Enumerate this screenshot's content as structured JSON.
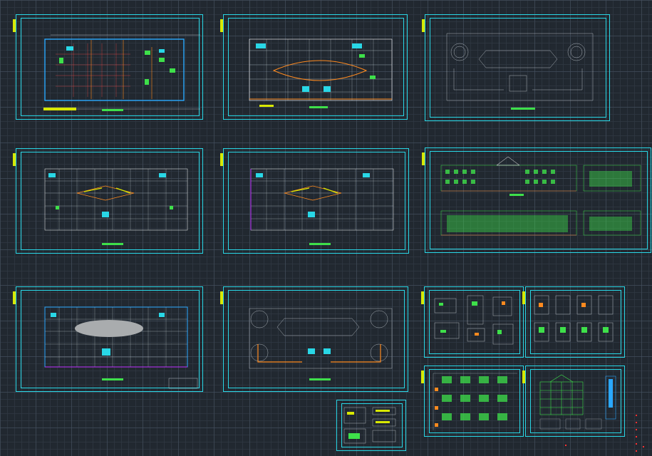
{
  "window": {
    "app": "CAD model space",
    "background": "#212830"
  },
  "colors": {
    "frame": "#29d7e6",
    "titlestrip": "#d8e800",
    "titlebar": "#3ee04a",
    "grid": "#cfd6dc",
    "accent": "#ff8a1f",
    "wall": "#ffffff"
  },
  "sheets": [
    {
      "id": "plan-1",
      "kind": "floor-plan",
      "title_text": "",
      "variant": "plan-grid"
    },
    {
      "id": "plan-2",
      "kind": "floor-plan",
      "title_text": "",
      "variant": "plan-atrium"
    },
    {
      "id": "site-plan",
      "kind": "site-plan",
      "title_text": "",
      "variant": "site"
    },
    {
      "id": "plan-3",
      "kind": "floor-plan",
      "title_text": "",
      "variant": "plan-upper"
    },
    {
      "id": "plan-4",
      "kind": "floor-plan",
      "title_text": "",
      "variant": "plan-upper"
    },
    {
      "id": "elevations",
      "kind": "elevation",
      "title_text": "",
      "variant": "elevation"
    },
    {
      "id": "plan-5",
      "kind": "floor-plan",
      "title_text": "",
      "variant": "plan-roof"
    },
    {
      "id": "plan-6",
      "kind": "floor-plan",
      "title_text": "",
      "variant": "plan-ground"
    },
    {
      "id": "detail-1",
      "kind": "detail",
      "title_text": "",
      "variant": "detail"
    },
    {
      "id": "detail-2",
      "kind": "detail",
      "title_text": "",
      "variant": "detail"
    },
    {
      "id": "detail-3",
      "kind": "detail",
      "title_text": "",
      "variant": "detail-green"
    },
    {
      "id": "section",
      "kind": "section",
      "title_text": "",
      "variant": "section"
    },
    {
      "id": "detail-small",
      "kind": "detail",
      "title_text": "",
      "variant": "detail-small"
    }
  ]
}
